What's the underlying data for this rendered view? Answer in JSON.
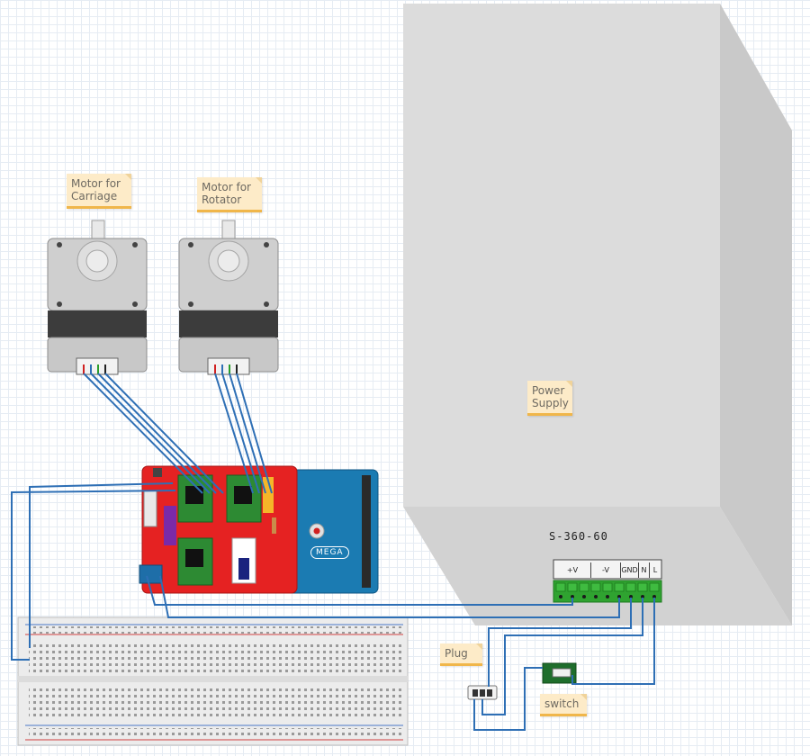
{
  "notes": {
    "motor_carriage": "Motor for\nCarriage",
    "motor_rotator": "Motor for\nRotator",
    "power_supply": "Power\nSupply",
    "plug": "Plug",
    "switch": "switch"
  },
  "power_supply": {
    "model": "S-360-60",
    "terminals": [
      "+V",
      "-V",
      "GND",
      "N",
      "L"
    ]
  },
  "board": {
    "label": "MEGA"
  },
  "colors": {
    "wire": "#2e6fb5",
    "shield": "#e02020",
    "arduino": "#1b7bb2",
    "power_supply_body": "#d9d9d9",
    "terminal_block": "#2fa330",
    "note_bg": "#fdebc8",
    "note_border": "#f0b64a"
  }
}
